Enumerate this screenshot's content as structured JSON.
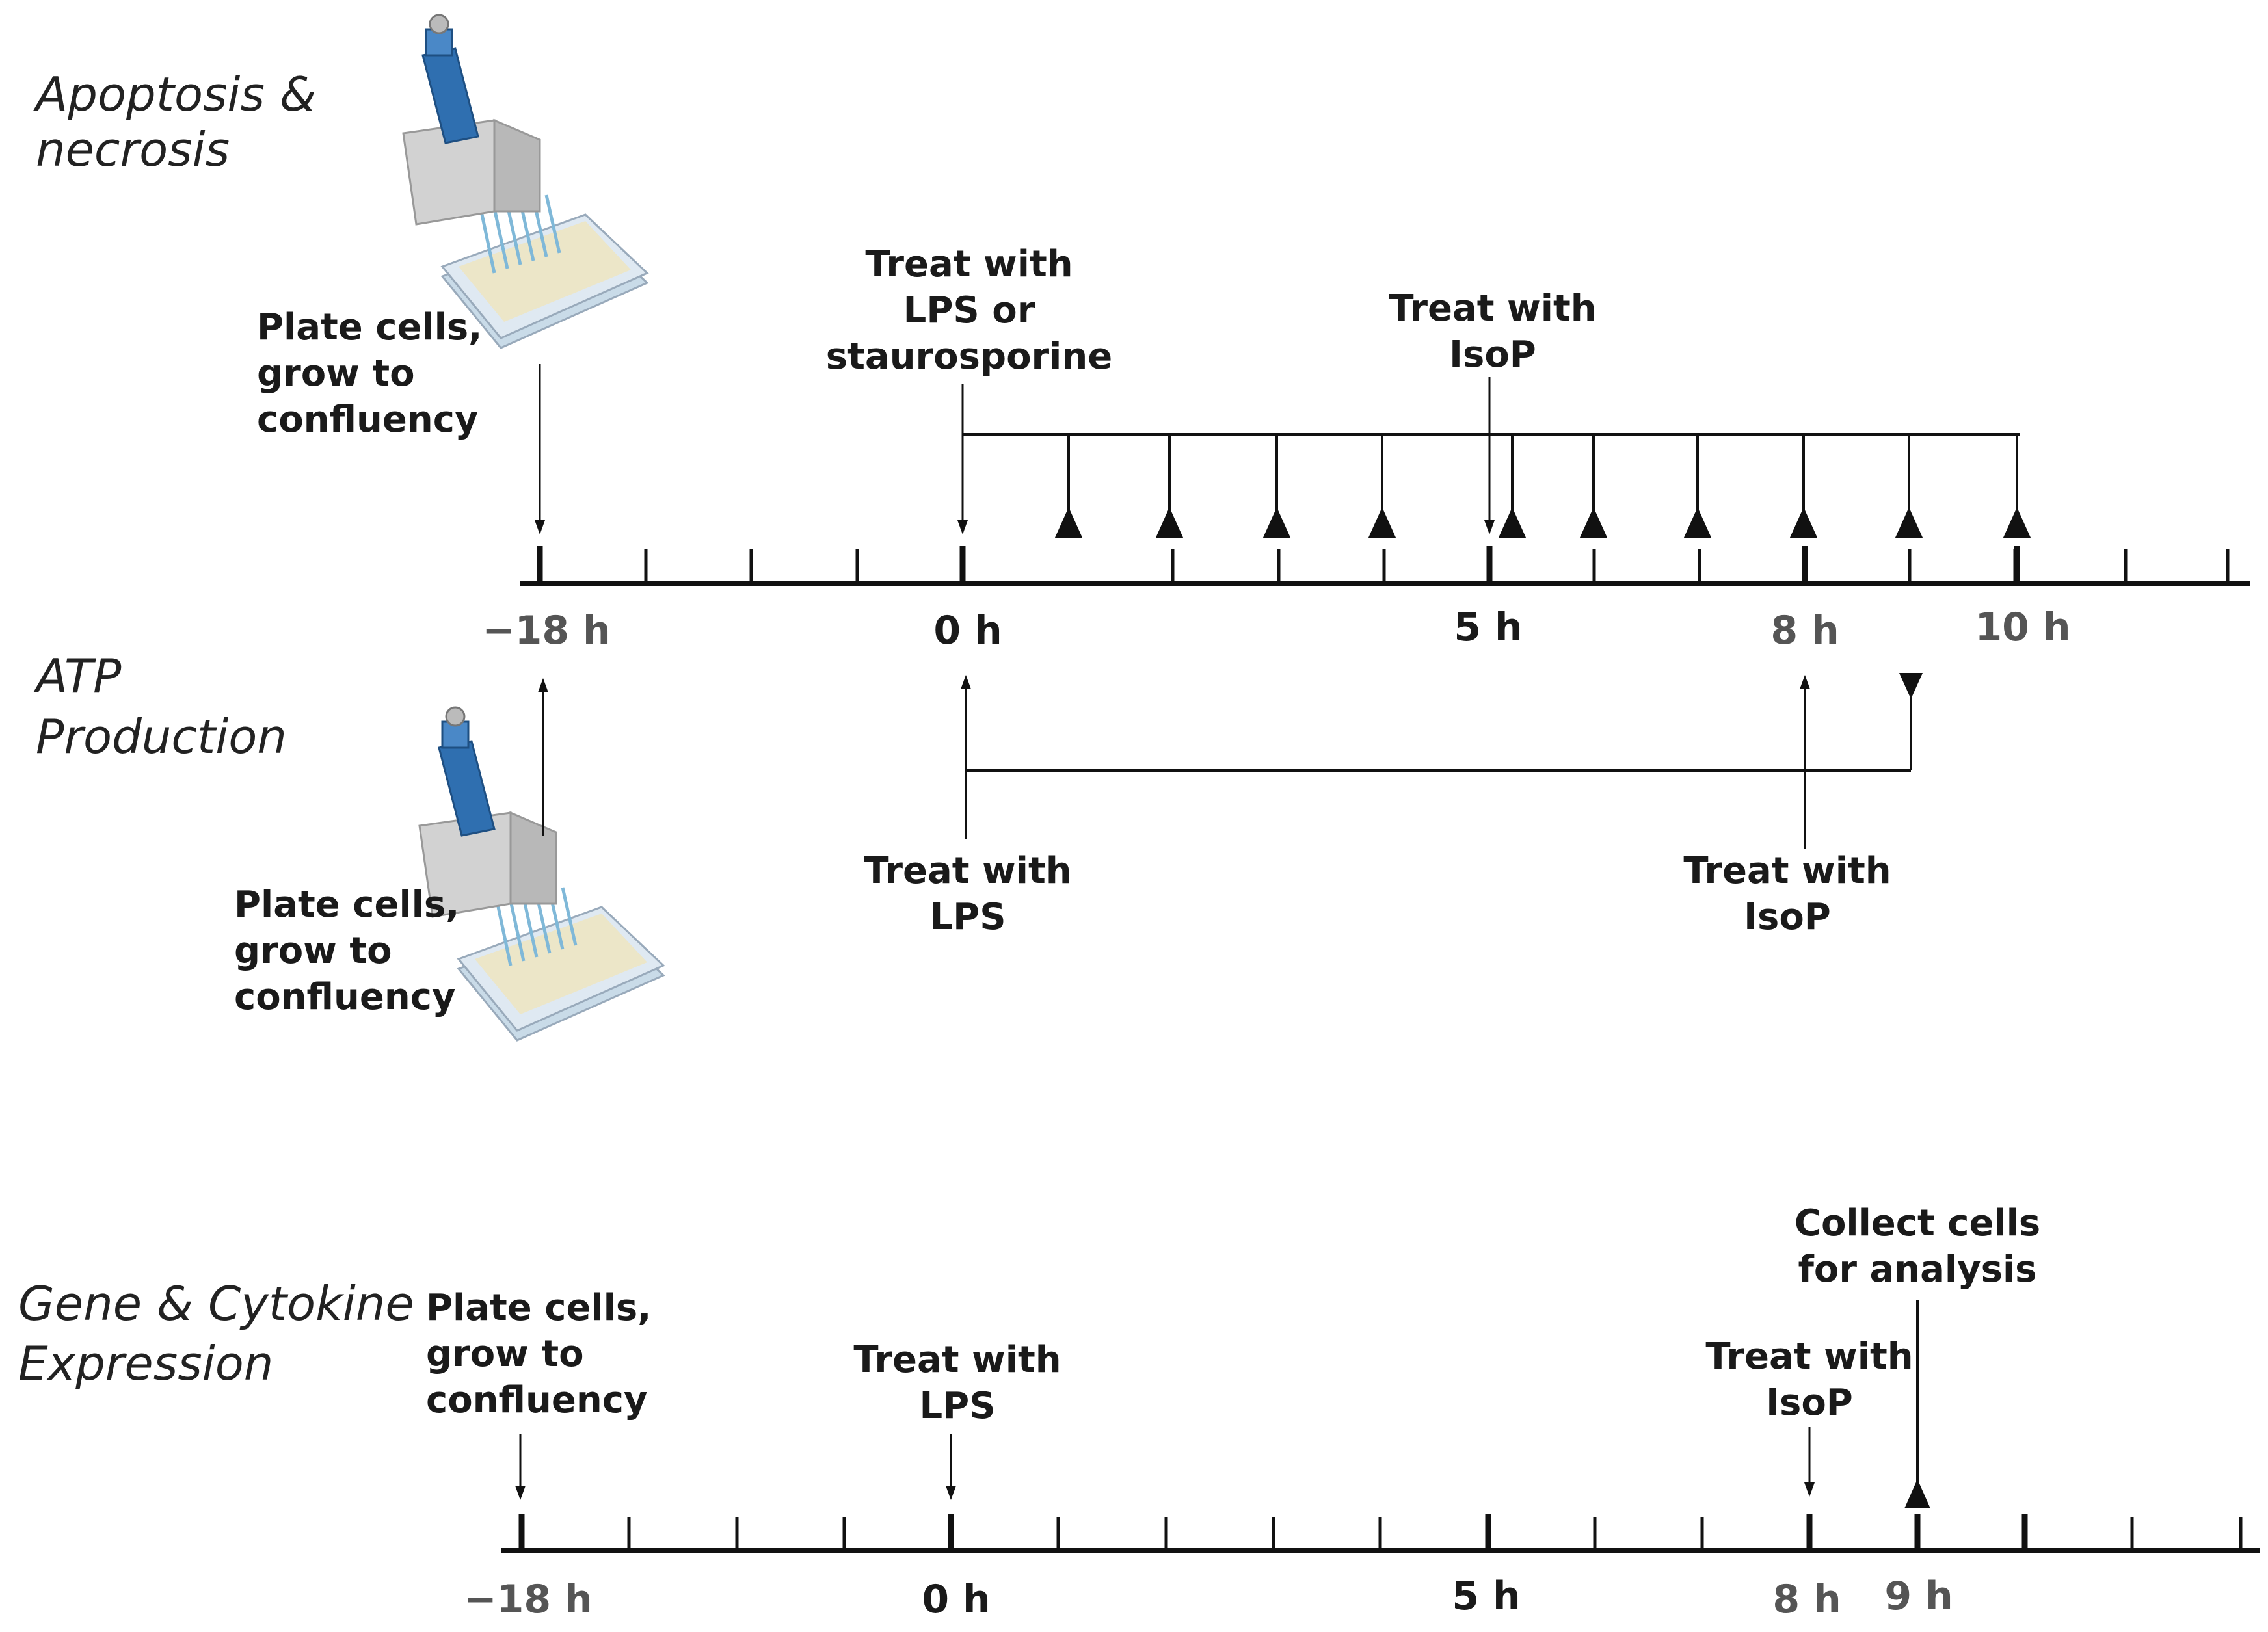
{
  "sections": {
    "apoptosis": {
      "title_line1": "Apoptosis &",
      "title_line2": "necrosis",
      "plate_label": [
        "Plate cells,",
        "grow to",
        "confluency"
      ],
      "treat_label": [
        "Treat with",
        "LPS or",
        "staurosporine"
      ],
      "isop_label": [
        "Treat with",
        "IsoP"
      ]
    },
    "atp": {
      "title_line1": "ATP",
      "title_line2": "Production",
      "plate_label": [
        "Plate cells,",
        "grow to",
        "confluency"
      ],
      "treat_label": [
        "Treat with",
        "LPS"
      ],
      "isop_label": [
        "Treat with",
        "IsoP"
      ]
    },
    "gene": {
      "title_line1": "Gene & Cytokine",
      "title_line2": "Expression",
      "plate_label": [
        "Plate cells,",
        "grow to",
        "confluency"
      ],
      "treat_label": [
        "Treat with",
        "LPS"
      ],
      "isop_label": [
        "Treat with",
        "IsoP"
      ],
      "collect_label": [
        "Collect cells",
        "for analysis"
      ]
    }
  },
  "axis_top": {
    "ticks": [
      "−18 h",
      "0 h",
      "5 h",
      "8 h",
      "10 h"
    ]
  },
  "axis_bottom": {
    "ticks": [
      "−18 h",
      "0 h",
      "5 h",
      "8 h",
      "9 h"
    ]
  },
  "colors": {
    "pipette_blue": "#2f6fb0",
    "plate_body": "#dfe9f2",
    "plate_wells": "#ece6c8",
    "line": "#111111"
  }
}
